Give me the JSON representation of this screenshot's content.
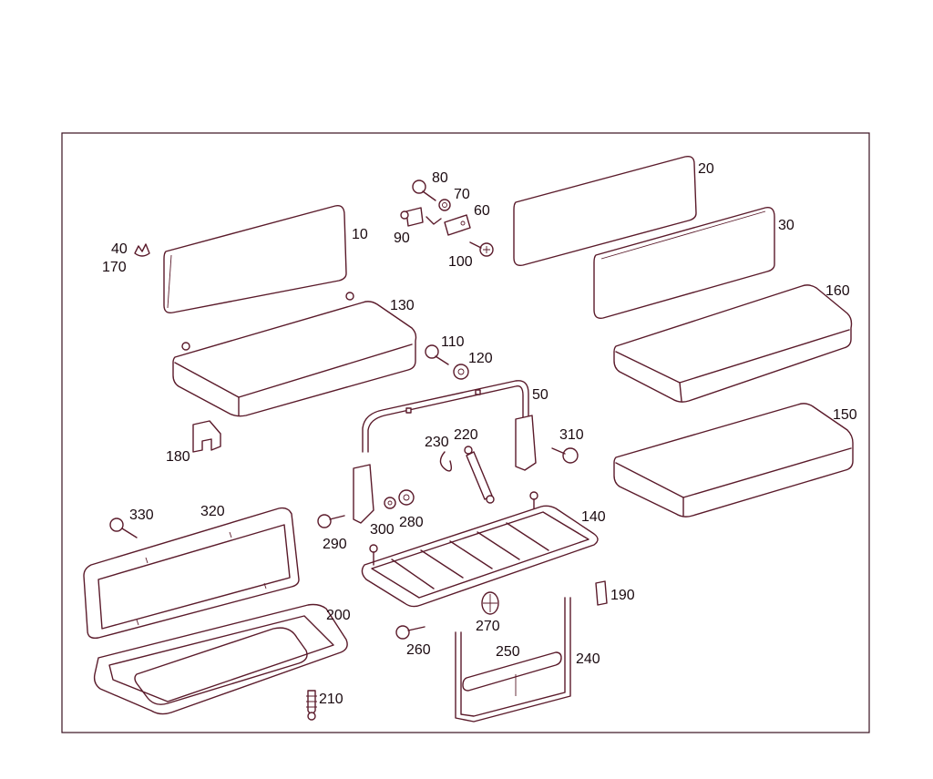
{
  "diagram": {
    "colors": {
      "stroke": "#5a1a2a",
      "frame": "#3a1020",
      "text": "#1a0a10",
      "background": "#ffffff"
    },
    "part_numbers": [
      {
        "id": "p10",
        "text": "10"
      },
      {
        "id": "p20",
        "text": "20"
      },
      {
        "id": "p30",
        "text": "30"
      },
      {
        "id": "p40",
        "text": "40"
      },
      {
        "id": "p170",
        "text": "170"
      },
      {
        "id": "p50",
        "text": "50"
      },
      {
        "id": "p60",
        "text": "60"
      },
      {
        "id": "p70",
        "text": "70"
      },
      {
        "id": "p80",
        "text": "80"
      },
      {
        "id": "p90",
        "text": "90"
      },
      {
        "id": "p100",
        "text": "100"
      },
      {
        "id": "p110",
        "text": "110"
      },
      {
        "id": "p120",
        "text": "120"
      },
      {
        "id": "p130",
        "text": "130"
      },
      {
        "id": "p140",
        "text": "140"
      },
      {
        "id": "p150",
        "text": "150"
      },
      {
        "id": "p160",
        "text": "160"
      },
      {
        "id": "p180",
        "text": "180"
      },
      {
        "id": "p190",
        "text": "190"
      },
      {
        "id": "p200",
        "text": "200"
      },
      {
        "id": "p210",
        "text": "210"
      },
      {
        "id": "p220",
        "text": "220"
      },
      {
        "id": "p230",
        "text": "230"
      },
      {
        "id": "p240",
        "text": "240"
      },
      {
        "id": "p250",
        "text": "250"
      },
      {
        "id": "p260",
        "text": "260"
      },
      {
        "id": "p270",
        "text": "270"
      },
      {
        "id": "p280",
        "text": "280"
      },
      {
        "id": "p290",
        "text": "290"
      },
      {
        "id": "p300",
        "text": "300"
      },
      {
        "id": "p310",
        "text": "310"
      },
      {
        "id": "p320",
        "text": "320"
      },
      {
        "id": "p330",
        "text": "330"
      }
    ]
  }
}
